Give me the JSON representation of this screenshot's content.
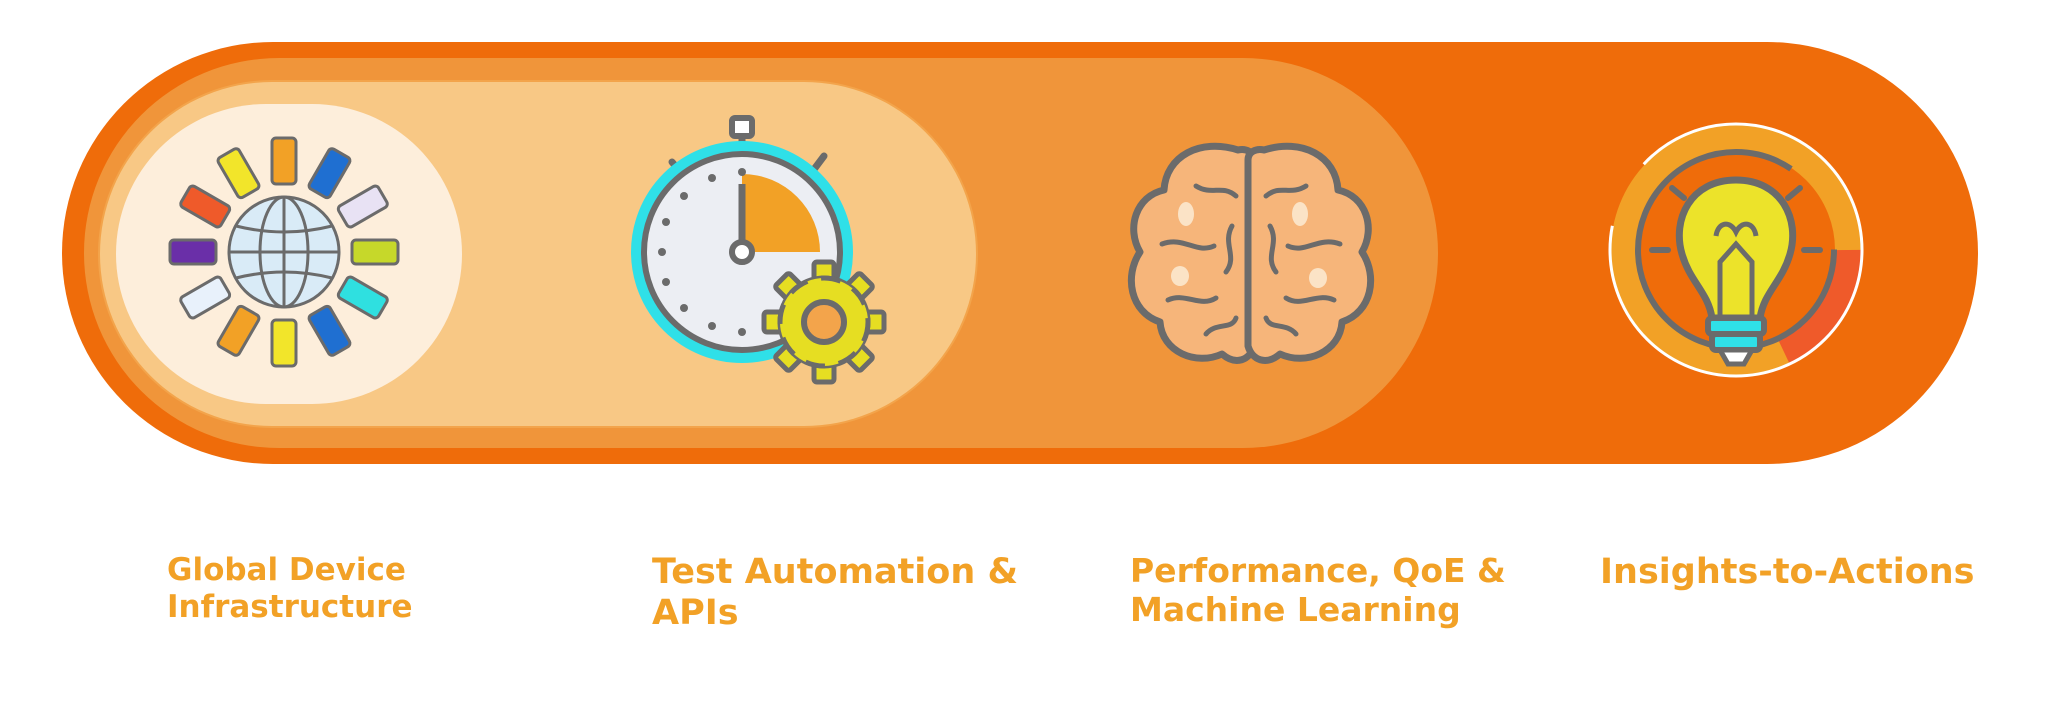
{
  "colors": {
    "outer": "#ef6c0a",
    "ring_mid": "#f2a14a",
    "band_light": "#f8c885",
    "circle_pale": "#fdeedb",
    "label": "#f2a126",
    "stroke": "#6b6b6b"
  },
  "stages": [
    {
      "line1": "Global Device",
      "line2": "Infrastructure",
      "icon": "globe-devices-icon"
    },
    {
      "line1": "Test Automation &",
      "line2": "APIs",
      "icon": "stopwatch-gear-icon"
    },
    {
      "line1": "Performance, QoE &",
      "line2": "Machine Learning",
      "icon": "brain-icon"
    },
    {
      "line1": "Insights-to-Actions",
      "line2": "",
      "icon": "lightbulb-icon"
    }
  ]
}
